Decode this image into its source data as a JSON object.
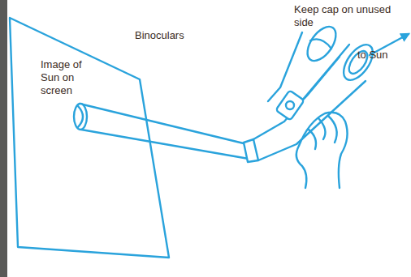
{
  "diagram": {
    "nodes": [
      {
        "text": [
          "Image of Sun on screen"
        ]
      }
    ],
    "labels": [
      "Binoculars",
      "Keep cap on unused side",
      "to Sun"
    ]
  }
}
